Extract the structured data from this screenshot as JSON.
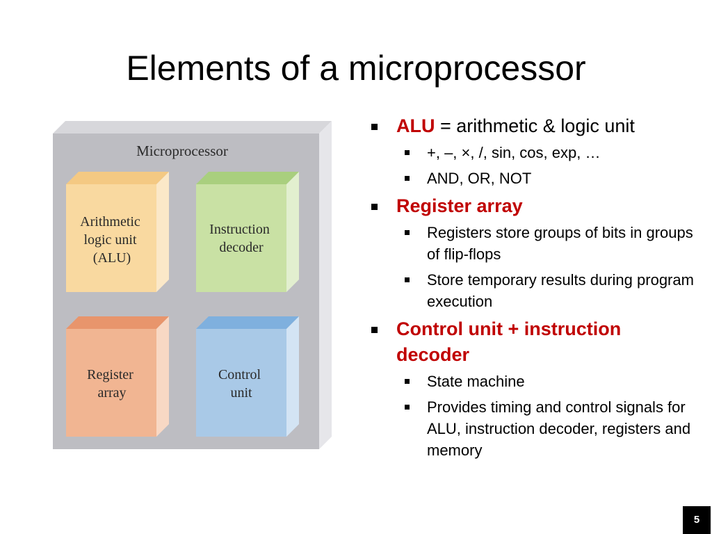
{
  "slide": {
    "title": "Elements of a microprocessor",
    "page_number": "5"
  },
  "diagram": {
    "container_label": "Microprocessor",
    "blocks": [
      {
        "lines": [
          "Arithmetic",
          "logic unit",
          "(ALU)"
        ],
        "color": "#f9d9a0"
      },
      {
        "lines": [
          "Instruction",
          "decoder"
        ],
        "color": "#c9e1a4"
      },
      {
        "lines": [
          "Register",
          "array"
        ],
        "color": "#f1b592"
      },
      {
        "lines": [
          "Control",
          "unit"
        ],
        "color": "#a9c9e7"
      }
    ]
  },
  "bullets": [
    {
      "term": "ALU",
      "rest": " = arithmetic & logic unit",
      "subs": [
        "+, –, ×, /, sin, cos, exp, …",
        "AND, OR, NOT"
      ]
    },
    {
      "term": "Register array",
      "rest": "",
      "subs": [
        "Registers store groups of bits in groups of flip-flops",
        "Store temporary results during program execution"
      ]
    },
    {
      "term": "Control unit + instruction decoder",
      "rest": "",
      "subs": [
        "State machine",
        "Provides timing and control signals for ALU, instruction decoder, registers and memory"
      ]
    }
  ],
  "colors": {
    "accent_red": "#c00000",
    "container_gray": "#bdbdc2"
  }
}
